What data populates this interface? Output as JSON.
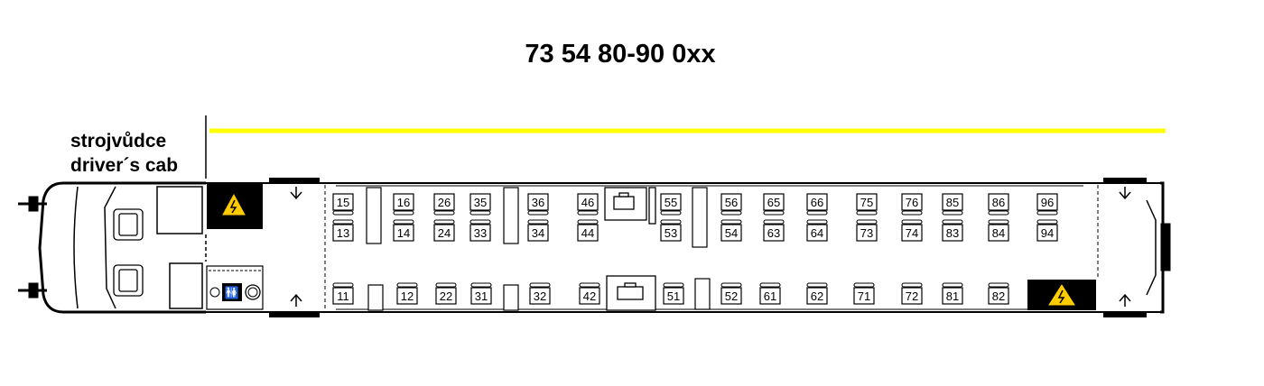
{
  "diagram": {
    "title": "73 54 80-90 0xx",
    "cab_label_cz": "strojvůdce",
    "cab_label_en": "driver´s cab",
    "colors": {
      "platform_line": "#ffff00",
      "hazard": "#ffcc00",
      "outline": "#000000"
    },
    "icons": [
      "high-voltage-icon",
      "wc-icon",
      "arrow-icon"
    ],
    "seats": {
      "upper_window": [
        "15",
        "16",
        "26",
        "35",
        "36",
        "46",
        "55",
        "56",
        "65",
        "66",
        "75",
        "76",
        "85",
        "86",
        "96"
      ],
      "upper_aisle": [
        "13",
        "14",
        "24",
        "33",
        "34",
        "44",
        "53",
        "54",
        "63",
        "64",
        "73",
        "74",
        "83",
        "84",
        "94"
      ],
      "lower": [
        "11",
        "12",
        "22",
        "31",
        "32",
        "42",
        "51",
        "52",
        "61",
        "62",
        "71",
        "72",
        "81",
        "82"
      ]
    }
  }
}
